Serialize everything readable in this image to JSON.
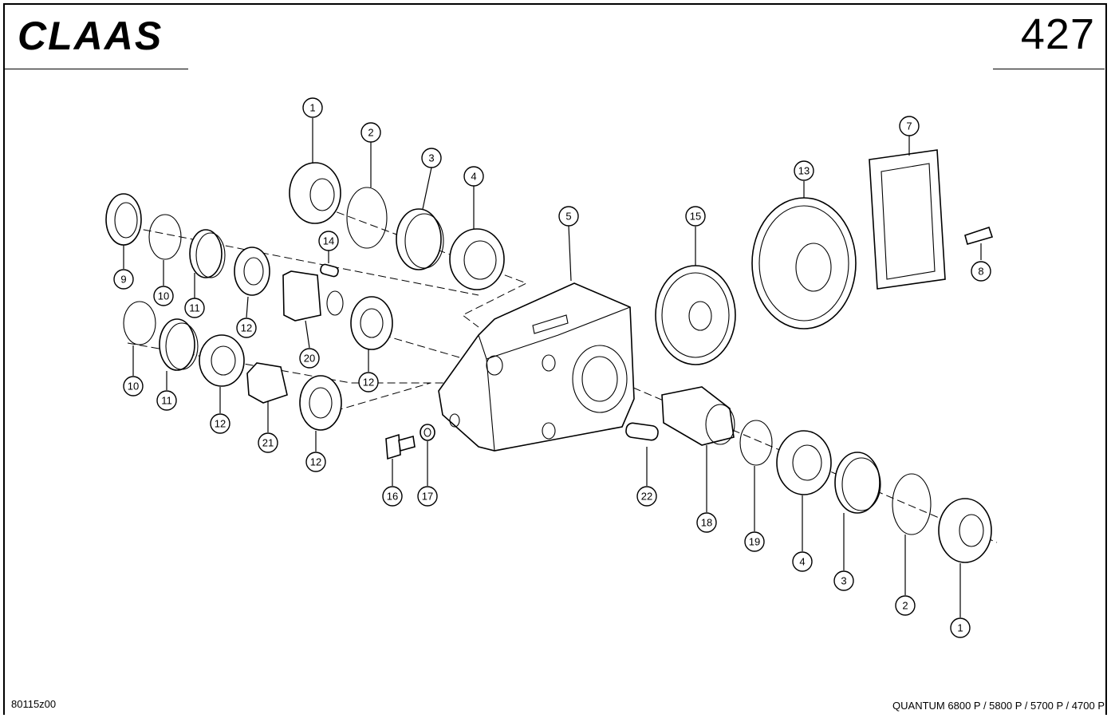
{
  "header": {
    "brand": "CLAAS",
    "page_number": "427"
  },
  "footer": {
    "drawing_code": "80115z00",
    "models": "QUANTUM 6800 P / 5800 P / 5700 P / 4700 P"
  },
  "callouts": [
    {
      "id": "c1a",
      "label": "1"
    },
    {
      "id": "c2a",
      "label": "2"
    },
    {
      "id": "c3a",
      "label": "3"
    },
    {
      "id": "c4a",
      "label": "4"
    },
    {
      "id": "c5",
      "label": "5"
    },
    {
      "id": "c7",
      "label": "7"
    },
    {
      "id": "c8",
      "label": "8"
    },
    {
      "id": "c9",
      "label": "9"
    },
    {
      "id": "c10a",
      "label": "10"
    },
    {
      "id": "c11a",
      "label": "11"
    },
    {
      "id": "c12a",
      "label": "12"
    },
    {
      "id": "c13",
      "label": "13"
    },
    {
      "id": "c14",
      "label": "14"
    },
    {
      "id": "c15",
      "label": "15"
    },
    {
      "id": "c20",
      "label": "20"
    },
    {
      "id": "c12b",
      "label": "12"
    },
    {
      "id": "c10b",
      "label": "10"
    },
    {
      "id": "c11b",
      "label": "11"
    },
    {
      "id": "c12c",
      "label": "12"
    },
    {
      "id": "c21",
      "label": "21"
    },
    {
      "id": "c12d",
      "label": "12"
    },
    {
      "id": "c16",
      "label": "16"
    },
    {
      "id": "c17",
      "label": "17"
    },
    {
      "id": "c22",
      "label": "22"
    },
    {
      "id": "c18",
      "label": "18"
    },
    {
      "id": "c19",
      "label": "19"
    },
    {
      "id": "c4b",
      "label": "4"
    },
    {
      "id": "c3b",
      "label": "3"
    },
    {
      "id": "c2b",
      "label": "2"
    },
    {
      "id": "c1b",
      "label": "1"
    }
  ]
}
